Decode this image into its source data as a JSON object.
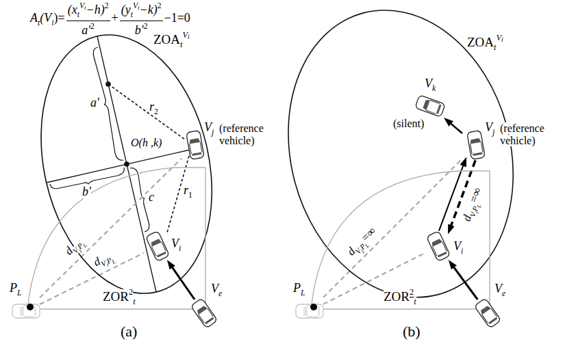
{
  "diagram": {
    "nodes": [
      {
        "text": [
          "ZOA",
          "t",
          "V",
          "i"
        ]
      },
      {
        "text": [
          "ZOR",
          "2",
          "t"
        ]
      },
      {
        "text": [
          "V",
          "j",
          "(reference vehicle)"
        ]
      },
      {
        "text": [
          "V",
          "i"
        ],
        "in": 0
      },
      {
        "text": [
          "V",
          "e"
        ]
      },
      {
        "text": [
          "P",
          "L"
        ]
      },
      {
        "text": [
          "ZOA",
          "t",
          "V",
          "i"
        ]
      },
      {
        "text": [
          "ZOR",
          "2",
          "t"
        ]
      },
      {
        "text": [
          "V",
          "k",
          "(silent)"
        ],
        "in": 6
      },
      {
        "text": [
          "V",
          "j",
          "(reference vehicle)"
        ],
        "in": 6
      },
      {
        "text": [
          "V",
          "i"
        ],
        "in": 6
      },
      {
        "text": [
          "V",
          "e"
        ]
      },
      {
        "text": [
          "P",
          "L"
        ]
      }
    ],
    "edges": [
      {
        "from": 4,
        "to": 3,
        "arrow": "to"
      },
      {
        "from": 5,
        "to": 2,
        "arrow": "none"
      },
      {
        "from": 5,
        "to": 3,
        "arrow": "none"
      },
      {
        "from": 11,
        "to": 10,
        "arrow": "to"
      },
      {
        "from": 10,
        "to": 9,
        "arrow": "to"
      },
      {
        "from": 9,
        "to": 10,
        "arrow": "to"
      },
      {
        "from": 9,
        "to": 8,
        "arrow": "to"
      },
      {
        "from": 12,
        "to": 9,
        "arrow": "none"
      },
      {
        "from": 12,
        "to": 10,
        "arrow": "none"
      }
    ],
    "labels": [
      "A",
      "t",
      "(V",
      "i",
      ")",
      "=",
      "(x",
      "t",
      "V",
      "i",
      "−h)",
      "2",
      "a'",
      "2",
      "+",
      "(y",
      "t",
      "V",
      "i",
      "−k)",
      "2",
      "b'",
      "2",
      "−1=0",
      "a'",
      "b'",
      "c",
      "O(h ,k)",
      "r",
      "2",
      "r",
      "1",
      "d",
      "V",
      "j",
      "P",
      "L",
      "d",
      "V",
      "i",
      "P",
      "L",
      "(a)",
      "d",
      "V",
      "j",
      "P",
      "L",
      "=∞",
      "d",
      "V",
      "i",
      "P",
      "L",
      "=∞",
      "(b)"
    ]
  }
}
